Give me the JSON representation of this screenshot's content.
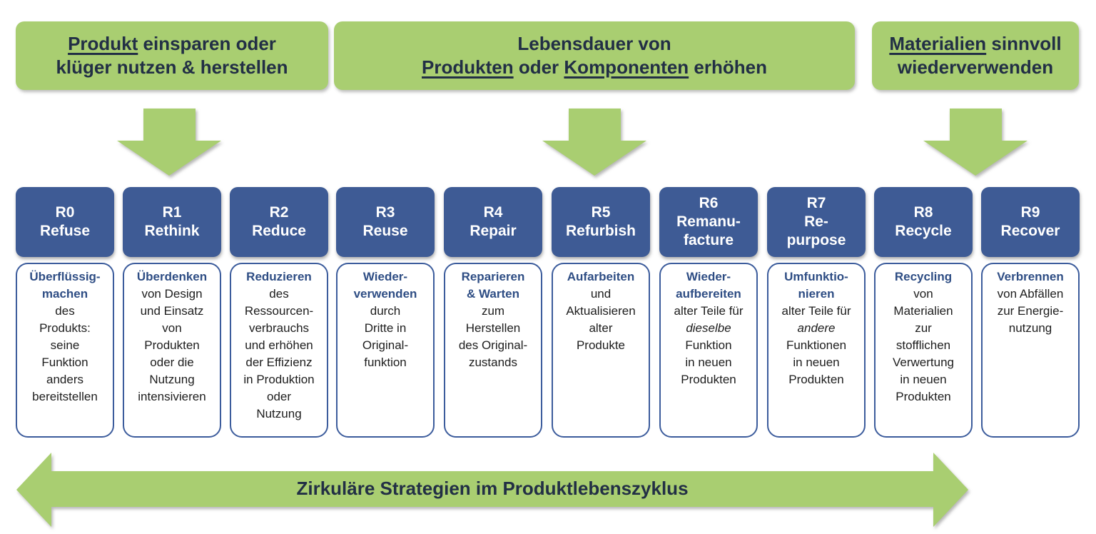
{
  "banners": [
    {
      "pre": "",
      "u1": "Produkt",
      "mid": " einsparen oder\nklüger nutzen & herstellen",
      "u2": "",
      "post": ""
    },
    {
      "pre": "Lebensdauer von\n",
      "u1": "Produkten",
      "mid": " oder ",
      "u2": "Komponenten",
      "post": " erhöhen"
    },
    {
      "pre": "",
      "u1": "Materialien",
      "mid": " sinnvoll\nwiederverwenden",
      "u2": "",
      "post": ""
    }
  ],
  "strategies": [
    {
      "badge": "R0\nRefuse",
      "title": "Überflüssig-\nmachen",
      "pre": "des\nProdukts:\nseine\nFunktion\nanders\nbereitstellen",
      "italic": "",
      "post": ""
    },
    {
      "badge": "R1\nRethink",
      "title": "Überdenken",
      "pre": "von Design\nund Einsatz\nvon\nProdukten\noder die\nNutzung\nintensivieren",
      "italic": "",
      "post": ""
    },
    {
      "badge": "R2\nReduce",
      "title": "Reduzieren",
      "pre": "des\nRessourcen-\nverbrauchs\nund erhöhen\nder Effizienz\nin Produktion\noder\nNutzung",
      "italic": "",
      "post": ""
    },
    {
      "badge": "R3\nReuse",
      "title": "Wieder-\nverwenden",
      "pre": "durch\nDritte in\nOriginal-\nfunktion",
      "italic": "",
      "post": ""
    },
    {
      "badge": "R4\nRepair",
      "title": "Reparieren\n& Warten",
      "pre": "zum\nHerstellen\ndes Original-\nzustands",
      "italic": "",
      "post": ""
    },
    {
      "badge": "R5\nRefurbish",
      "title": "Aufarbeiten",
      "pre": "und\nAktualisieren\nalter\nProdukte",
      "italic": "",
      "post": ""
    },
    {
      "badge": "R6\nRemanu-\nfacture",
      "title": "Wieder-\naufbereiten",
      "pre": "alter Teile für\n",
      "italic": "dieselbe",
      "post": "\nFunktion\nin neuen\nProdukten"
    },
    {
      "badge": "R7\nRe-\npurpose",
      "title": "Umfunktio-\nnieren",
      "pre": "alter Teile für\n",
      "italic": "andere",
      "post": "\nFunktionen\nin neuen\nProdukten"
    },
    {
      "badge": "R8\nRecycle",
      "title": "Recycling",
      "pre": "von\nMaterialien\nzur\nstofflichen\nVerwertung\nin neuen\nProdukten",
      "italic": "",
      "post": ""
    },
    {
      "badge": "R9\nRecover",
      "title": "Verbrennen",
      "pre": "von Abfällen\nzur Energie-\nnutzung",
      "italic": "",
      "post": ""
    }
  ],
  "bottom_arrow": {
    "label": "Zirkuläre Strategien im Produktlebenszyklus"
  },
  "colors": {
    "green": "#a9ce71",
    "blue": "#3e5b95",
    "navy_text": "#222f45",
    "card_border": "#3c5c9c",
    "card_title": "#2e4d84"
  }
}
